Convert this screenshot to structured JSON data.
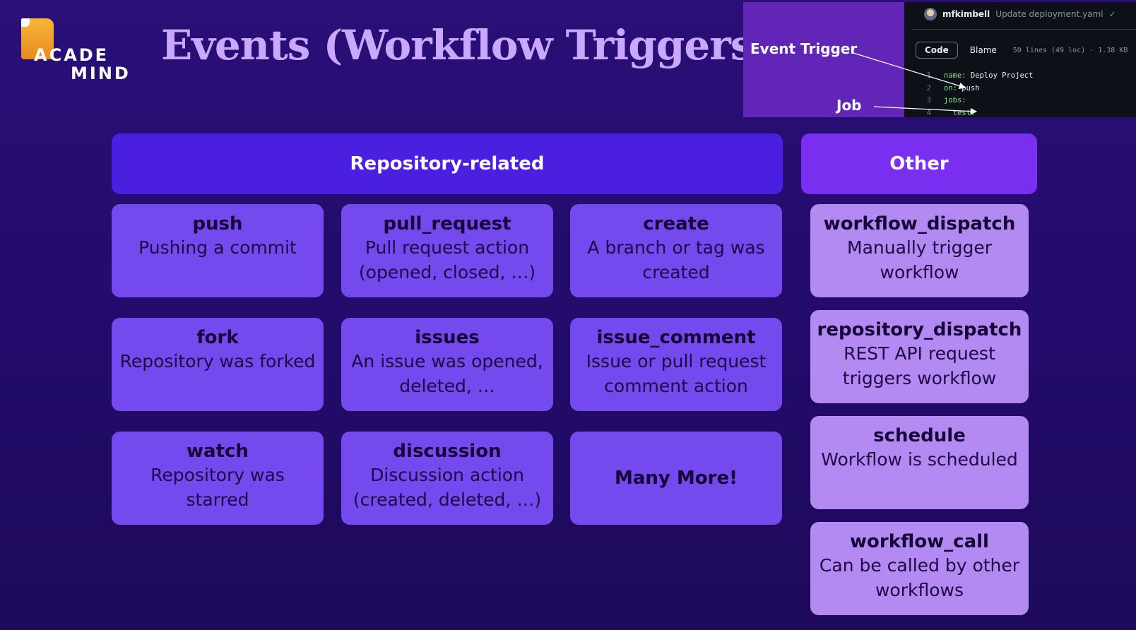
{
  "logo": {
    "line1": "ACADE",
    "line2": "MIND"
  },
  "title": "Events (Workflow Triggers)",
  "annotation": {
    "event_trigger": "Event Trigger",
    "job": "Job"
  },
  "code_view": {
    "user": "mfkimbell",
    "commit_message": "Update deployment.yaml",
    "check": "✓",
    "tabs": [
      "Code",
      "Blame"
    ],
    "meta": "50 lines (49 loc) · 1.38 KB",
    "lines": [
      {
        "n": "1",
        "key": "name:",
        "val": " Deploy Project"
      },
      {
        "n": "2",
        "key": "on:",
        "val": " push"
      },
      {
        "n": "3",
        "key": "jobs:",
        "val": ""
      },
      {
        "n": "4",
        "key": "  test:",
        "val": ""
      }
    ]
  },
  "sections": {
    "repo_header": "Repository-related",
    "other_header": "Other"
  },
  "repo_events": [
    {
      "name": "push",
      "desc": "Pushing a commit"
    },
    {
      "name": "pull_request",
      "desc": "Pull request action (opened, closed, …)"
    },
    {
      "name": "create",
      "desc": "A branch or tag was created"
    },
    {
      "name": "fork",
      "desc": "Repository was forked"
    },
    {
      "name": "issues",
      "desc": "An issue was opened, deleted, …"
    },
    {
      "name": "issue_comment",
      "desc": "Issue or pull request comment action"
    },
    {
      "name": "watch",
      "desc": "Repository was starred"
    },
    {
      "name": "discussion",
      "desc": "Discussion action (created, deleted, …)"
    },
    {
      "name": "Many More!",
      "desc": ""
    }
  ],
  "other_events": [
    {
      "name": "workflow_dispatch",
      "desc": "Manually trigger workflow"
    },
    {
      "name": "repository_dispatch",
      "desc": "REST API request triggers workflow"
    },
    {
      "name": "schedule",
      "desc": "Workflow is scheduled"
    },
    {
      "name": "workflow_call",
      "desc": "Can be called by other workflows"
    }
  ],
  "colors": {
    "background": "#23106a",
    "repo_header": "#4a1fe0",
    "other_header": "#7a2ff0",
    "repo_card": "#7449ee",
    "other_card": "#b389f2",
    "title": "#c9a8ff"
  }
}
